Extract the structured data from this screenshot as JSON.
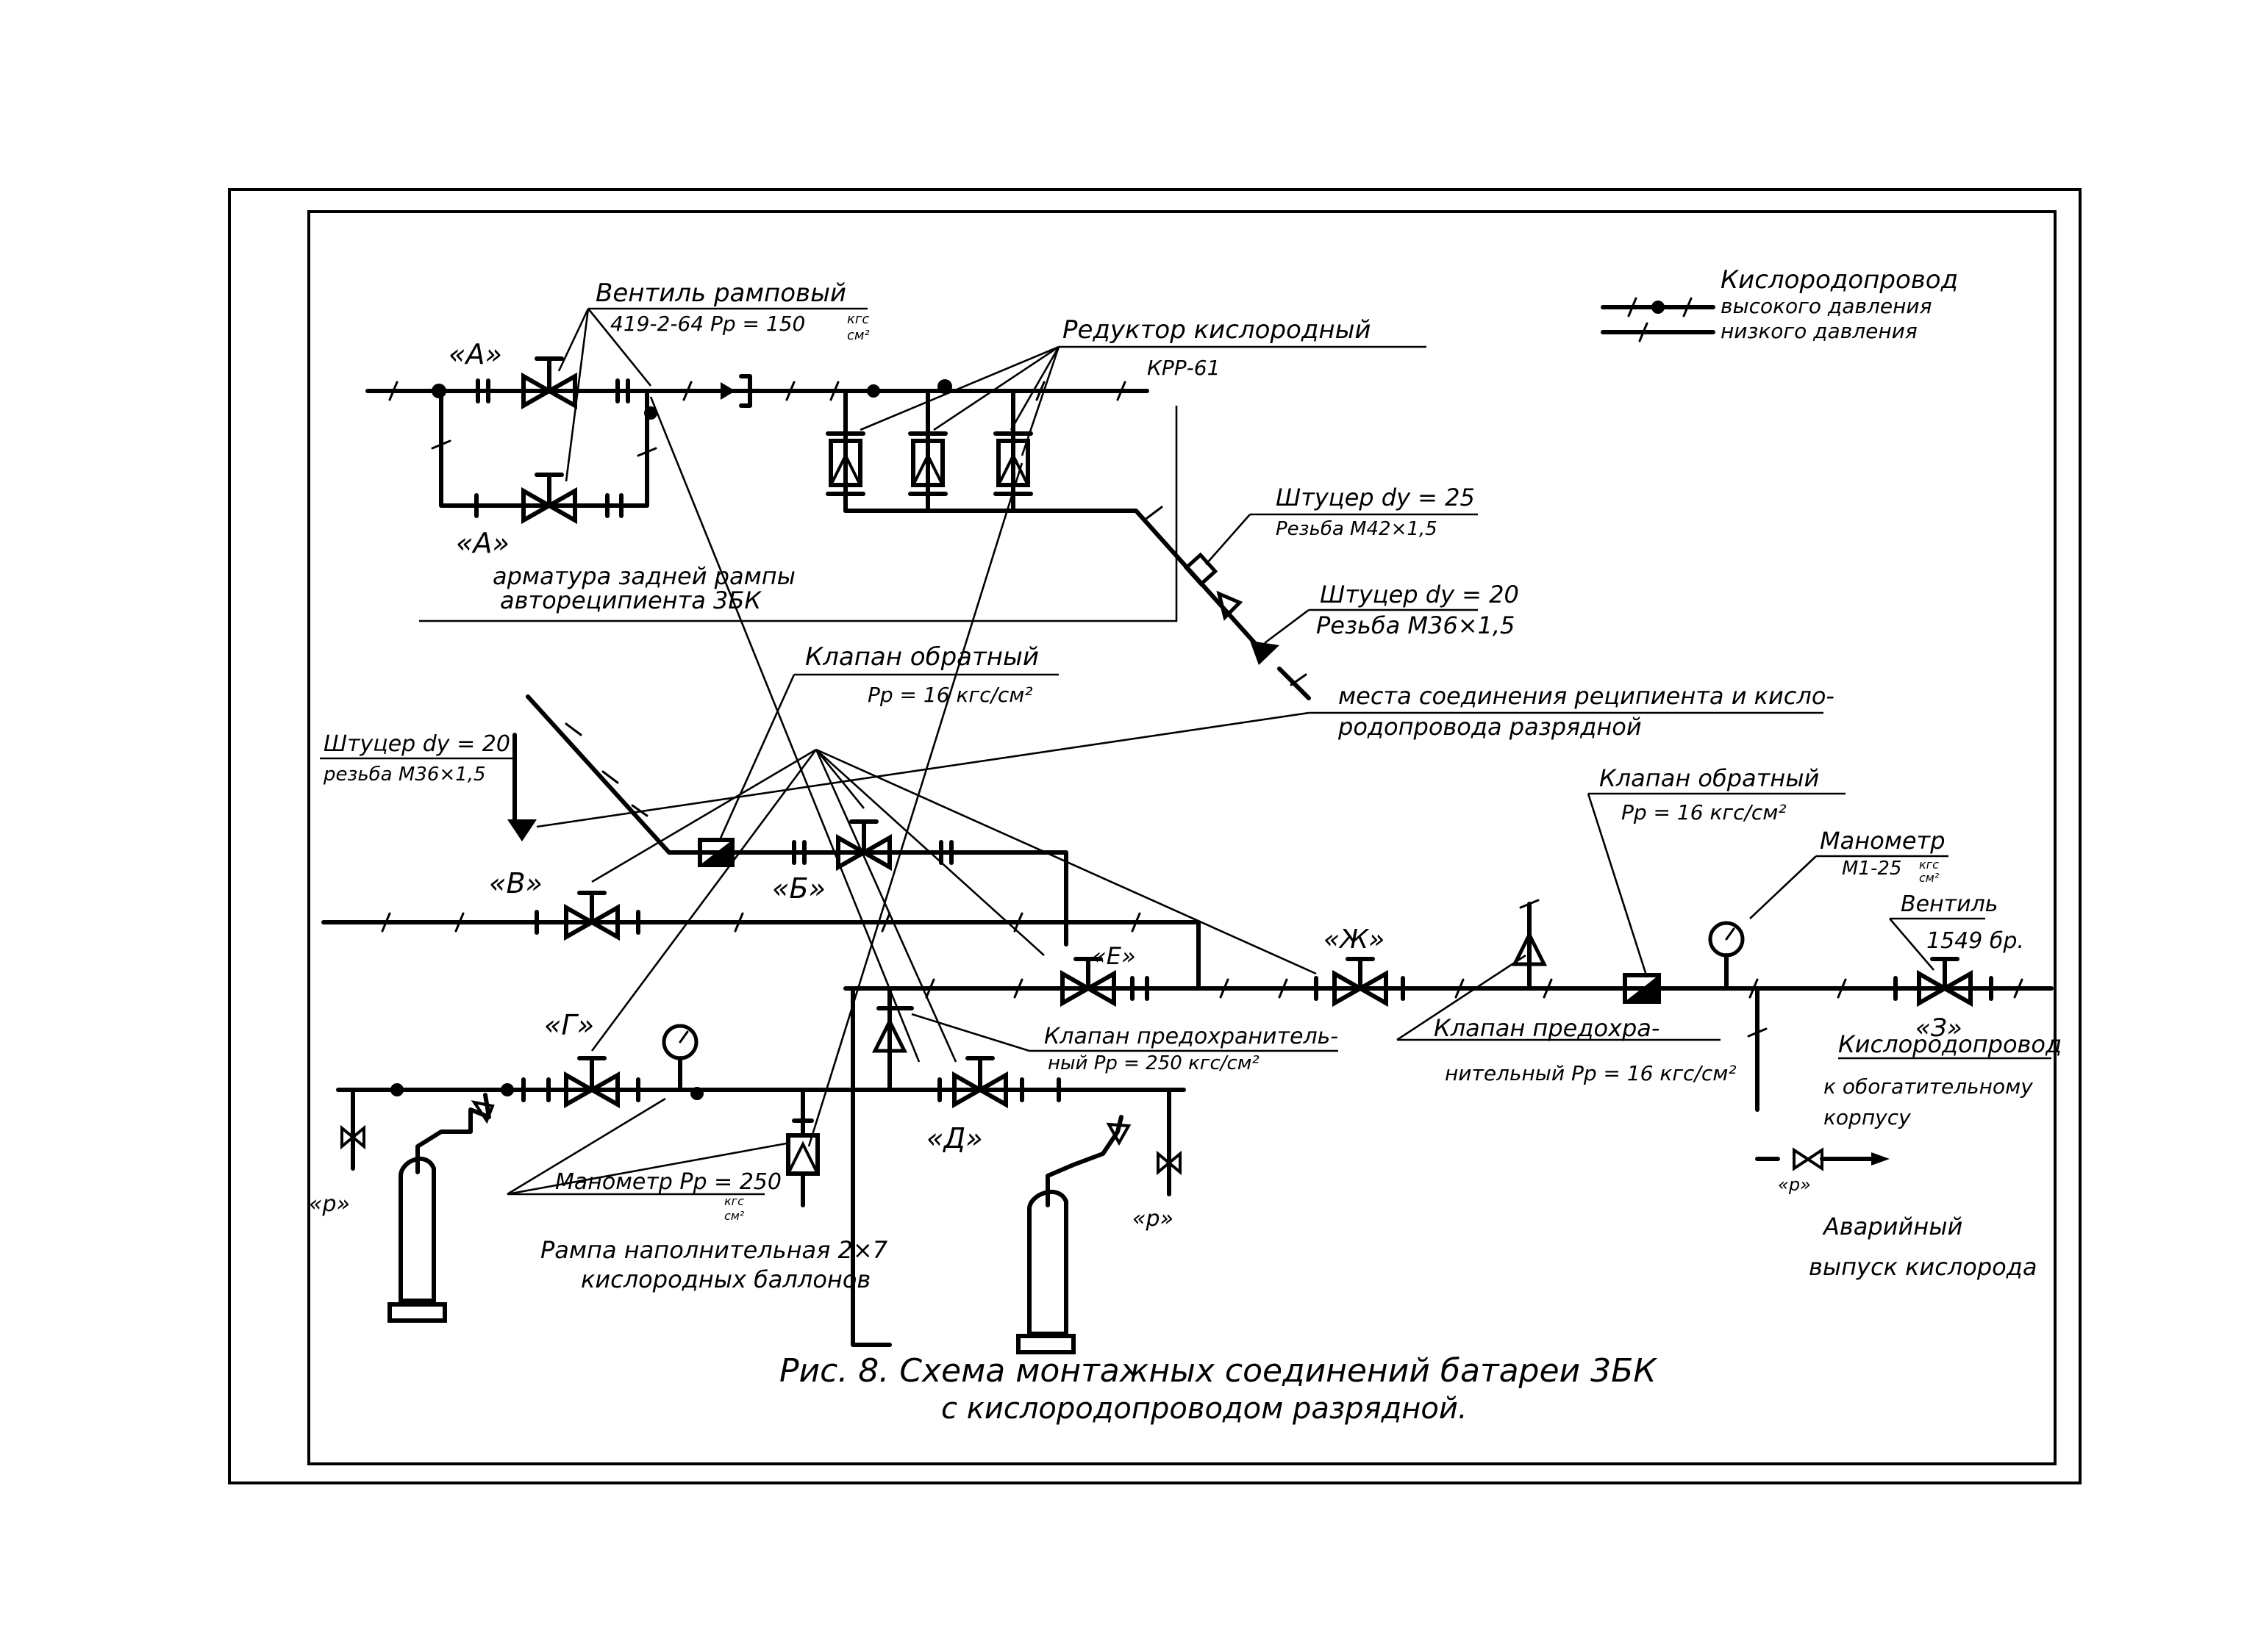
{
  "legend": {
    "title": "Кислородопровод",
    "high": "высокого давления",
    "low": "низкого давления"
  },
  "labels": {
    "ventil_ramp": "Вентиль рамповый",
    "ventil_ramp_spec": "419-2-64   Pр = 150",
    "kgs_cm2": "кгс",
    "kgs_cm2_den": "см²",
    "reduktor": "Редуктор  кислородный",
    "reduktor_spec": "КРР-61",
    "shtucer25": "Штуцер  dу = 25",
    "rezba42": "Резьба  М42×1,5",
    "shtucer20a": "Штуцер  dу = 20",
    "rezba36a": "Резьба  М36×1,5",
    "armatura1": "арматура  задней  рампы",
    "armatura2": "автореципиента   3БК",
    "klapan_obr1": "Клапан  обратный",
    "klapan_obr1_spec": "Pр = 16 кгс/см²",
    "mesta1": "места соединения  реципиента  и  кисло-",
    "mesta2": "родопровода  разрядной",
    "shtucer20b": "Штуцер  dу = 20",
    "rezba36b": "резьба М36×1,5",
    "klapan_obr2": "Клапан  обратный",
    "klapan_obr2_spec": "Pр = 16 кгс/см²",
    "manometr1": "Манометр",
    "manometr1_spec": "М1-25",
    "ventil2": "Вентиль",
    "ventil2_spec": "1549 бр.",
    "klapan_pr1a": "Клапан  предохранитель-",
    "klapan_pr1b": "ный     Pр = 250 кгс/см²",
    "klapan_pr2a": "Клапан  предохра-",
    "klapan_pr2b": "нительный   Pр = 16 кгс/см²",
    "kislorod_a": "Кислородопровод",
    "kislorod_b": "к обогатительному",
    "kislorod_c": "корпусу",
    "manometr2": "Манометр  Pр = 250",
    "rampa1": "Рампа  наполнительная  2×7",
    "rampa2": "кислородных  баллонов",
    "avar1": "Аварийный",
    "avar2": "выпуск  кислорода",
    "p_mark": "«р»"
  },
  "valve_marks": {
    "a1": "«А»",
    "a2": "«А»",
    "b": "«Б»",
    "v": "«В»",
    "g": "«Г»",
    "d": "«Д»",
    "e": "«Е»",
    "zh": "«Ж»",
    "z": "«З»"
  },
  "caption": {
    "line1": "Рис. 8.   Схема  монтажных  соединений  батареи  3БК",
    "line2": "с кислородопроводом  разрядной."
  }
}
